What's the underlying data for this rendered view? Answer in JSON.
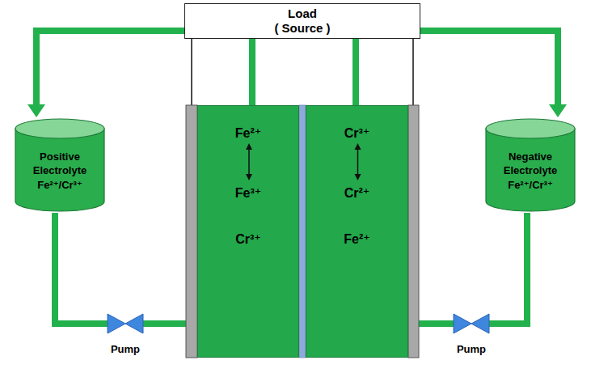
{
  "diagram": {
    "nodes": [
      {
        "text": [
          "Load",
          "( Source )"
        ]
      },
      {
        "text": [
          "Positive Electrolyte Fe²⁺/Cr³⁺"
        ]
      },
      {
        "text": [
          "Fe²⁺",
          "Fe³⁺",
          "Cr³⁺"
        ]
      },
      {
        "text": [
          "Cr³⁺",
          "Cr²⁺",
          "Fe²⁺"
        ]
      },
      {
        "text": [
          "Negative Electrolyte Fe²⁺/Cr³⁺"
        ]
      },
      {
        "text": [
          "Pump"
        ]
      },
      {
        "text": [
          "Pump"
        ]
      }
    ],
    "edges": [
      {
        "from": 2,
        "to": 1,
        "arrow": "to"
      },
      {
        "from": 1,
        "to": 5,
        "arrow": "none"
      },
      {
        "from": 5,
        "to": 2,
        "arrow": "none"
      },
      {
        "from": 3,
        "to": 4,
        "arrow": "to"
      },
      {
        "from": 4,
        "to": 6,
        "arrow": "none"
      },
      {
        "from": 6,
        "to": 3,
        "arrow": "none"
      }
    ]
  }
}
